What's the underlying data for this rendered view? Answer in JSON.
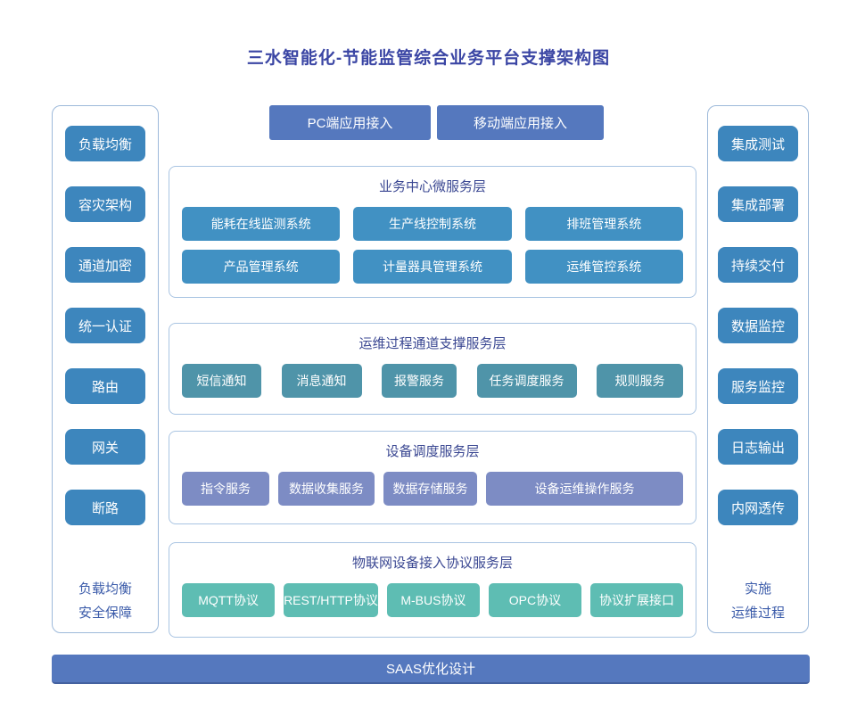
{
  "title": "三水智能化-节能监管综合业务平台支撑架构图",
  "colors": {
    "title_text": "#3a45a4",
    "sidebar_button": "#3d86bd",
    "access_button": "#5578be",
    "business_layer_box": "#4191c3",
    "ops_channel_layer_box": "#4f94a9",
    "device_layer_box": "#7d8cc4",
    "iot_layer_box": "#5ebdb3",
    "footer_bar": "#5578be",
    "panel_border": "#9db9da",
    "section_border": "#a9c4e2",
    "section_title_text": "#3a4792",
    "caption_text": "#3c5caa"
  },
  "access_buttons": {
    "pc": "PC端应用接入",
    "mobile": "移动端应用接入"
  },
  "left_panel": {
    "items": [
      "负载均衡",
      "容灾架构",
      "通道加密",
      "统一认证",
      "路由",
      "网关",
      "断路"
    ],
    "caption": [
      "负载均衡",
      "安全保障"
    ]
  },
  "right_panel": {
    "items": [
      "集成测试",
      "集成部署",
      "持续交付",
      "数据监控",
      "服务监控",
      "日志输出",
      "内网透传"
    ],
    "caption": [
      "实施",
      "运维过程"
    ]
  },
  "layers": [
    {
      "title": "业务中心微服务层",
      "rows": [
        [
          "能耗在线监测系统",
          "生产线控制系统",
          "排班管理系统"
        ],
        [
          "产品管理系统",
          "计量器具管理系统",
          "运维管控系统"
        ]
      ]
    },
    {
      "title": "运维过程通道支撑服务层",
      "rows": [
        [
          "短信通知",
          "消息通知",
          "报警服务",
          "任务调度服务",
          "规则服务"
        ]
      ]
    },
    {
      "title": "设备调度服务层",
      "rows": [
        [
          "指令服务",
          "数据收集服务",
          "数据存储服务",
          "设备运维操作服务"
        ]
      ]
    },
    {
      "title": "物联网设备接入协议服务层",
      "rows": [
        [
          "MQTT协议",
          "REST/HTTP协议",
          "M-BUS协议",
          "OPC协议",
          "协议扩展接口"
        ]
      ]
    }
  ],
  "footer": {
    "label": "SAAS优化设计"
  }
}
